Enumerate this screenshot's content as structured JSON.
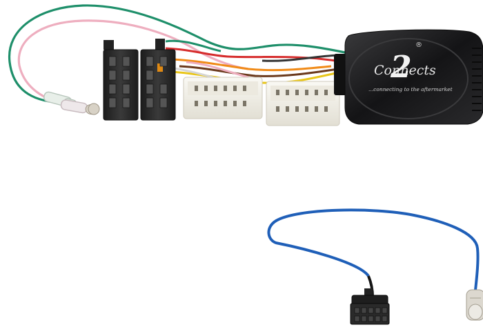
{
  "image": {
    "logo": {
      "brand": "Connects",
      "numeral": "2",
      "registered": "®",
      "tagline": "...connecting to the aftermarket"
    },
    "colors": {
      "background": "#ffffff",
      "box": "#1c1c1e",
      "connector_black": "#262626",
      "connector_white": "#f3f1ea",
      "wire_green": "#1e8f6a",
      "wire_pink": "#eeaebf",
      "wire_red": "#d62c2c",
      "wire_orange": "#f08a17",
      "wire_brown": "#6b3a1d",
      "wire_yellow": "#e9c61a",
      "wire_blue": "#1f5fb8"
    }
  }
}
